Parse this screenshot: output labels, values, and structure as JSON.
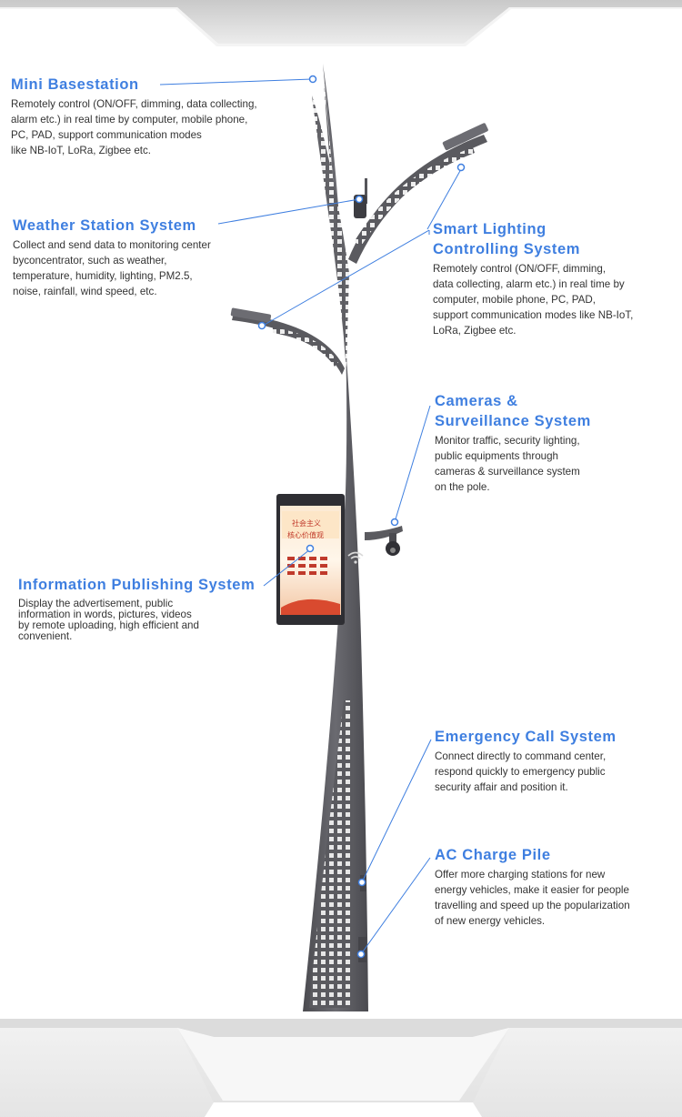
{
  "features": {
    "basestation": {
      "title": "Mini Basestation",
      "desc": "Remotely control (ON/OFF, dimming, data collecting,\nalarm etc.) in real time by computer, mobile phone,\nPC, PAD, support communication modes\nlike NB-IoT, LoRa, Zigbee etc."
    },
    "weather": {
      "title": "Weather Station System",
      "desc": "Collect and send data to monitoring center\nbyconcentrator, such as weather,\ntemperature, humidity, lighting, PM2.5,\nnoise, rainfall, wind speed, etc."
    },
    "lighting": {
      "title1": "Smart Lighting",
      "title2": "Controlling System",
      "desc": "Remotely control (ON/OFF, dimming,\ndata collecting, alarm etc.) in real time by\ncomputer, mobile phone, PC, PAD,\nsupport communication modes like NB-IoT,\nLoRa, Zigbee etc."
    },
    "cameras": {
      "title1": "Cameras &",
      "title2": "Surveillance System",
      "desc": "Monitor traffic, security lighting,\npublic equipments through\ncameras & surveillance system\non the pole."
    },
    "info": {
      "title": "Information Publishing System",
      "desc": "Display the advertisement, public\ninformation in words, pictures, videos\nby remote uploading, high efficient and\nconvenient."
    },
    "emergency": {
      "title": "Emergency Call System",
      "desc": "Connect directly to command center,\nrespond quickly to emergency public\nsecurity affair and position it."
    },
    "charge": {
      "title": "AC Charge Pile",
      "desc": "Offer more charging stations for new\nenergy vehicles, make it easier for people\ntravelling and speed up the popularization\nof new energy vehicles."
    }
  },
  "screen": {
    "line1": "社会主义",
    "line2": "核心价值观"
  },
  "colors": {
    "accent": "#3f7fe0",
    "pole": "#5a5a5f",
    "text": "#333333"
  }
}
